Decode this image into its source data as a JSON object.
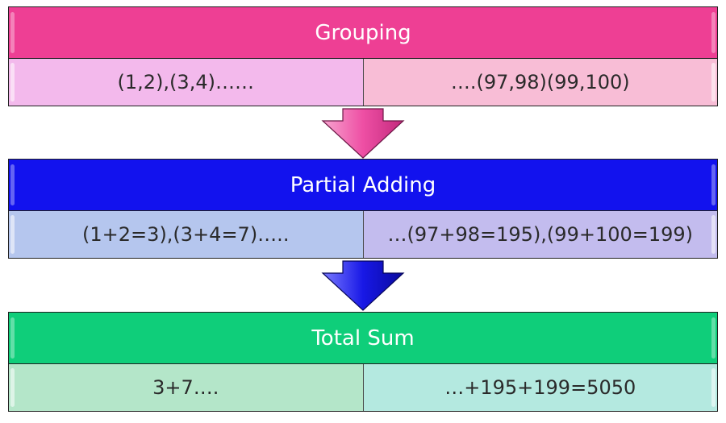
{
  "blocks": [
    {
      "title": "Grouping",
      "header_color": "#ee3f94",
      "left": "(1,2),(3,4)……",
      "right": "….(97,98)(99,100)",
      "left_color": "#f3b9ec",
      "right_color": "#f8bdd6"
    },
    {
      "title": "Partial Adding",
      "header_color": "#1212ee",
      "left": "(1+2=3),(3+4=7)…..",
      "right": "…(97+98=195),(99+100=199)",
      "left_color": "#b5c6ee",
      "right_color": "#c3bcee"
    },
    {
      "title": "Total Sum",
      "header_color": "#0fce7a",
      "left": "3+7….",
      "right": "…+195+199=5050",
      "left_color": "#b4e6c9",
      "right_color": "#b4e9e0"
    }
  ],
  "arrows": [
    {
      "name": "pink-down-arrow",
      "color": "#ee4fa4"
    },
    {
      "name": "blue-down-arrow",
      "color": "#1818e6"
    }
  ]
}
